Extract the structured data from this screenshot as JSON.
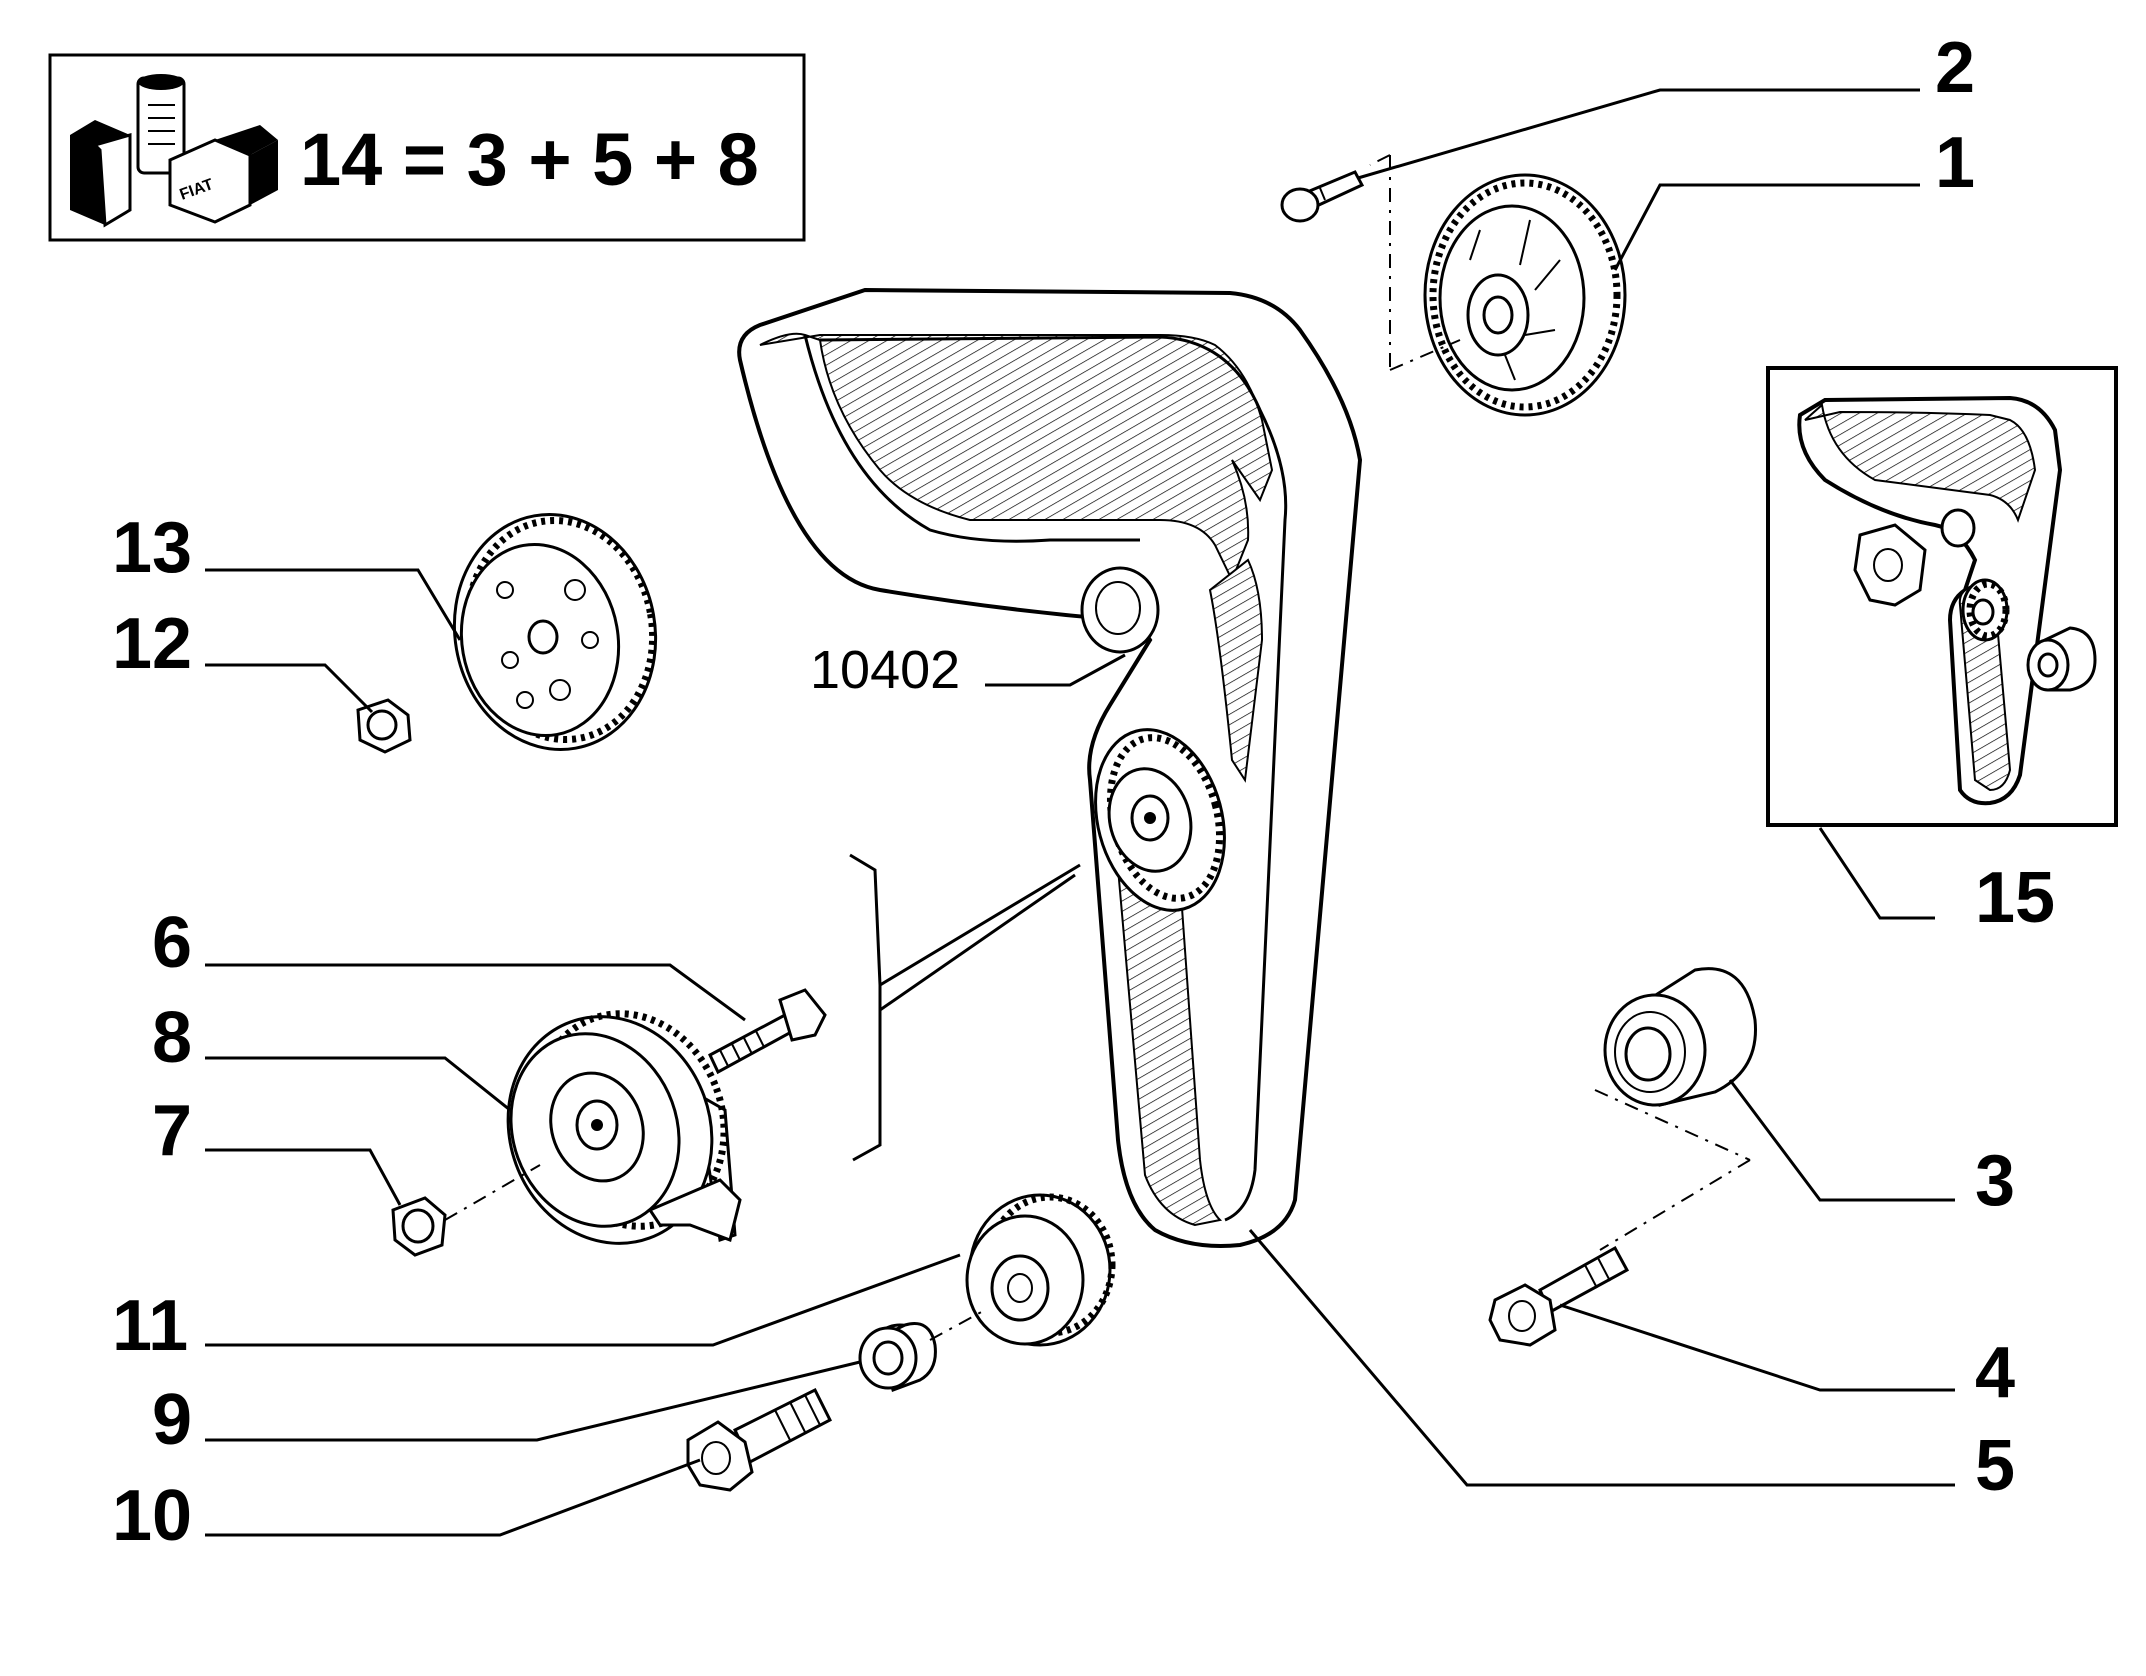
{
  "kit": {
    "formula": "14 = 3 + 5 + 8",
    "logo_brand": "FIAT"
  },
  "reference_code": "10402",
  "callouts": {
    "c1": "1",
    "c2": "2",
    "c3": "3",
    "c4": "4",
    "c5": "5",
    "c6": "6",
    "c7": "7",
    "c8": "8",
    "c9": "9",
    "c10": "10",
    "c11": "11",
    "c12": "12",
    "c13": "13",
    "c15": "15"
  }
}
